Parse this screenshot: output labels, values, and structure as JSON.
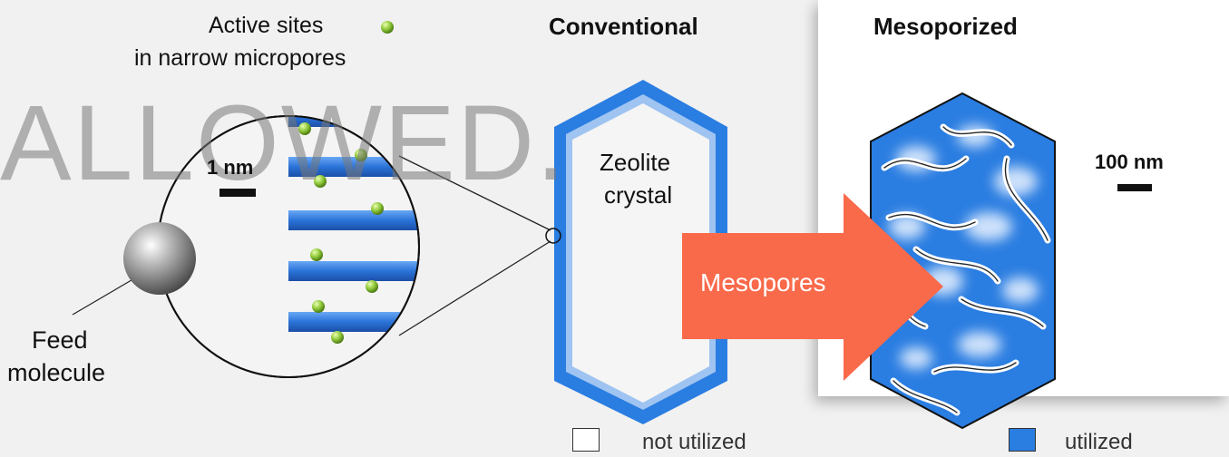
{
  "labels": {
    "active_sites": "Active sites",
    "micropores": "in narrow micropores",
    "conventional": "Conventional",
    "mesoporized": "Mesoporized",
    "scale_small": "1 nm",
    "scale_large": "100 nm",
    "zeolite_line1": "Zeolite",
    "zeolite_line2": "crystal",
    "feed_line1": "Feed",
    "feed_line2": "molecule",
    "mesopores_arrow": "Mesopores"
  },
  "watermark": "ALLOWED.",
  "legend": [
    {
      "label": "not utilized",
      "color": "#ffffff"
    },
    {
      "label": "utilized",
      "color": "#2a7de1"
    }
  ],
  "colors": {
    "zeolite_blue": "#2a7de1",
    "active_site_green": "#8fc83a",
    "arrow_orange": "#f96a4b",
    "feed_gray": "#8a8a8a"
  }
}
